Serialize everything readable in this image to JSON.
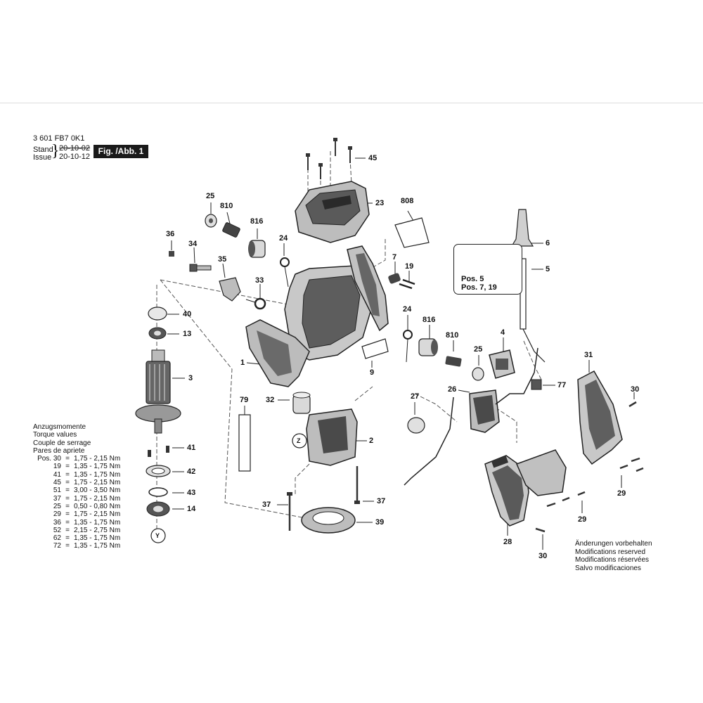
{
  "header": {
    "part_number": "3 601 FB7 0K1",
    "stand_label": "Stand",
    "issue_label": "Issue",
    "stand_date": "20-10-02",
    "issue_date": "20-10-12",
    "figure_label": "Fig. /Abb. 1"
  },
  "callouts": [
    "45",
    "23",
    "808",
    "25",
    "810",
    "816",
    "36",
    "34",
    "24",
    "35",
    "33",
    "7",
    "19",
    "6",
    "5",
    "40",
    "13",
    "3",
    "24",
    "816",
    "810",
    "4",
    "25",
    "1",
    "9",
    "31",
    "26",
    "77",
    "27",
    "30",
    "32",
    "79",
    "2",
    "41",
    "42",
    "43",
    "14",
    "37",
    "37",
    "39",
    "28",
    "29",
    "29",
    "30"
  ],
  "axis_markers": {
    "z": "Z",
    "y": "Y"
  },
  "torque_table": {
    "titles": [
      "Anzugsmomente",
      "Torque values",
      "Couple de serrage",
      "Pares de apriete"
    ],
    "rows": [
      {
        "pos": "Pos. 30",
        "eq": "=",
        "value": "1,75 - 2,15 Nm"
      },
      {
        "pos": "19",
        "eq": "=",
        "value": "1,35 - 1,75 Nm"
      },
      {
        "pos": "41",
        "eq": "=",
        "value": "1,35 - 1,75 Nm"
      },
      {
        "pos": "45",
        "eq": "=",
        "value": "1,75 - 2,15 Nm"
      },
      {
        "pos": "51",
        "eq": "=",
        "value": "3,00 - 3,50 Nm"
      },
      {
        "pos": "37",
        "eq": "=",
        "value": "1,75 - 2,15 Nm"
      },
      {
        "pos": "25",
        "eq": "=",
        "value": "0,50 - 0,80 Nm"
      },
      {
        "pos": "29",
        "eq": "=",
        "value": "1,75 - 2,15 Nm"
      },
      {
        "pos": "36",
        "eq": "=",
        "value": "1,35 - 1,75 Nm"
      },
      {
        "pos": "52",
        "eq": "=",
        "value": "2,15 - 2,75 Nm"
      },
      {
        "pos": "62",
        "eq": "=",
        "value": "1,35 - 1,75 Nm"
      },
      {
        "pos": "72",
        "eq": "=",
        "value": "1,35 - 1,75 Nm"
      }
    ]
  },
  "warning": {
    "line1": "Pos. 5",
    "line2": "Pos. 7, 19",
    "icons": [
      "warning-triangle-icon",
      "read-manual-icon"
    ]
  },
  "notes": [
    "Änderungen vorbehalten",
    "Modifications reserved",
    "Modifications réservées",
    "Salvo modificaciones"
  ],
  "colors": {
    "ink": "#111111",
    "part_fill": "#d9d9d9",
    "part_dark": "#3a3a3a",
    "label_bg": "#1a1a1a"
  }
}
